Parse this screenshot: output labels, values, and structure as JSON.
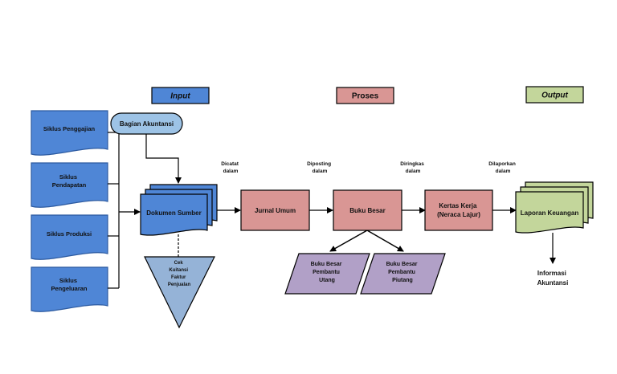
{
  "headers": {
    "input": "Input",
    "proses": "Proses",
    "output": "Output"
  },
  "sources": {
    "penggajian": [
      "Siklus Penggajian"
    ],
    "pendapatan": [
      "Siklus",
      "Pendapatan"
    ],
    "produksi": [
      "Siklus Produksi"
    ],
    "pengeluaran": [
      "Siklus",
      "Pengeluaran"
    ]
  },
  "bagian": "Bagian Akuntansi",
  "dokumen": "Dokumen Sumber",
  "cek": [
    "Cek",
    "Kuitansi",
    "Faktur",
    "Penjualan"
  ],
  "verbs": {
    "dicatat": [
      "Dicatat",
      "dalam"
    ],
    "diposting": [
      "Diposting",
      "dalam"
    ],
    "diringkas": [
      "Diringkas",
      "dalam"
    ],
    "dilaporkan": [
      "Dilaporkan",
      "dalam"
    ]
  },
  "jurnal": "Jurnal Umum",
  "bukuBesar": "Buku Besar",
  "kertas": [
    "Kertas Kerja",
    "(Neraca Lajur)"
  ],
  "utang": [
    "Buku Besar",
    "Pembantu",
    "Utang"
  ],
  "piutang": [
    "Buku Besar",
    "Pembantu",
    "Piutang"
  ],
  "laporan": "Laporan Keuangan",
  "informasi": [
    "Informasi",
    "Akuntansi"
  ],
  "colors": {
    "blue": "#4f86d6",
    "blueStroke": "#2c5aa0",
    "pink": "#d99694",
    "purple": "#b1a0c7",
    "green": "#c3d69b",
    "lightBlue": "#95b3d7",
    "bagian": "#9dc3e6"
  }
}
